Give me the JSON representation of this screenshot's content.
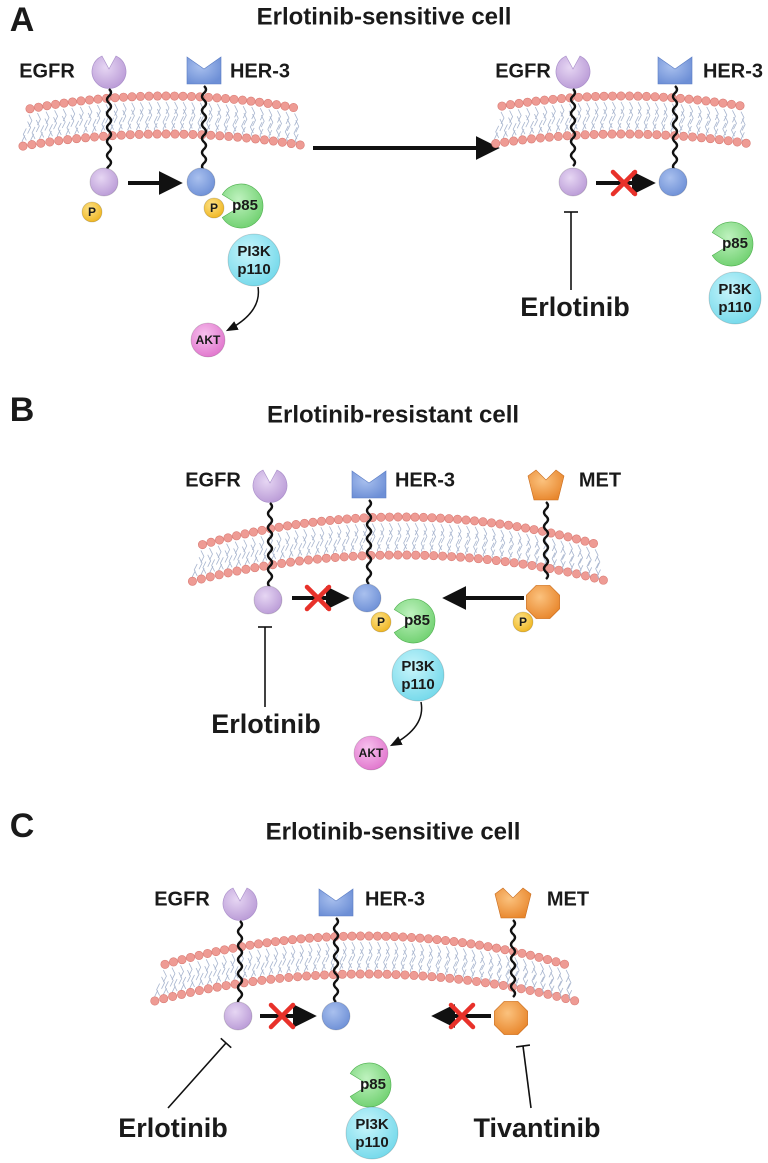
{
  "panels": [
    {
      "letter": "A",
      "title": "Erlotinib-sensitive cell",
      "left": {
        "egfr": "EGFR",
        "her3": "HER-3",
        "phospho1": "P",
        "phospho2": "P",
        "p85": "p85",
        "pi3k": "PI3K",
        "p110": "p110",
        "akt": "AKT"
      },
      "right": {
        "egfr": "EGFR",
        "her3": "HER-3",
        "drug": "Erlotinib",
        "p85": "p85",
        "pi3k": "PI3K",
        "p110": "p110"
      }
    },
    {
      "letter": "B",
      "title": "Erlotinib-resistant cell",
      "egfr": "EGFR",
      "her3": "HER-3",
      "met": "MET",
      "phospho_her3": "P",
      "phospho_met": "P",
      "p85": "p85",
      "pi3k": "PI3K",
      "p110": "p110",
      "akt": "AKT",
      "drug": "Erlotinib"
    },
    {
      "letter": "C",
      "title": "Erlotinib-sensitive cell",
      "egfr": "EGFR",
      "her3": "HER-3",
      "met": "MET",
      "p85": "p85",
      "pi3k": "PI3K",
      "p110": "p110",
      "drug1": "Erlotinib",
      "drug2": "Tivantinib"
    }
  ],
  "colors": {
    "egfr": "#cdb3e3",
    "her3": "#7f9fdc",
    "met": "#f3a046",
    "phospho": "#f5c534",
    "p85": "#8fe08f",
    "pi3k": "#8fe3f0",
    "akt": "#ec8bd9",
    "membrane": "#ee9b94",
    "inhibit_x": "#e8312a"
  }
}
